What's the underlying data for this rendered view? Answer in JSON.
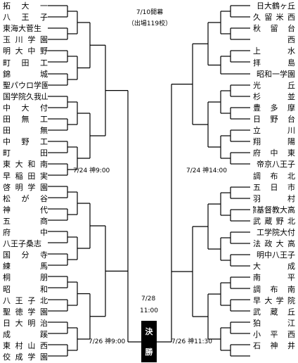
{
  "header": {
    "line1": "7/10開幕",
    "line2": "（出場119校）"
  },
  "left_teams": [
    "拓　大　一",
    "八　王　子",
    "東海大菅生",
    "玉 川 学 園",
    "明 大 中 野",
    "町　田　工",
    "錦　　　城",
    "聖パウロ学園",
    "国学院久我山",
    "中　大　付",
    "田　無　工",
    "田　　　無",
    "中　野　工",
    "町　　　田",
    "東 大 和 南",
    "早 稲 田 実",
    "啓 明 学 園",
    "松　が　谷",
    "神　　　代",
    "五　　　商",
    "府　　　中",
    "八王子桑志",
    "国　分　寺",
    "練　　　馬",
    "桐　　　朋",
    "昭　　　和",
    "八 王 子 北",
    "聖 徳 学 園",
    "日 大 明 治",
    "成　　　蹊",
    "東 村 山 西",
    "佼 成 学 園"
  ],
  "right_teams": [
    "日大鶴ヶ丘",
    "久 留 米 西",
    "秋　留　台",
    "西",
    "上　　　水",
    "拝　　　島",
    "昭和一学園",
    "光　　　丘",
    "杉　　　並",
    "豊　多　摩",
    "日　野　台",
    "立　　　川",
    "翔　　　陽",
    "府　中　東",
    "帝京八王子",
    "調　布　北",
    "五　日　市",
    "羽　　　村",
    "国際基督教大高",
    "武 蔵 野 北",
    "工学院大付",
    "法 政 大 高",
    "明中八王子",
    "大　　　成",
    "南　　　平",
    "調　布　南",
    "早 大 学 院",
    "武　蔵　丘",
    "狛　　　江",
    "小　平　西",
    "石　神　井"
  ],
  "schedule": {
    "left_semi": "7/24 神9:00",
    "right_semi": "7/24 神14:00",
    "left_final_path": "7/26 神9:00",
    "right_final_path": "7/26 神11:30",
    "final_date": "7/28",
    "final_time": "11:00"
  },
  "final_label": [
    "決",
    "勝"
  ]
}
